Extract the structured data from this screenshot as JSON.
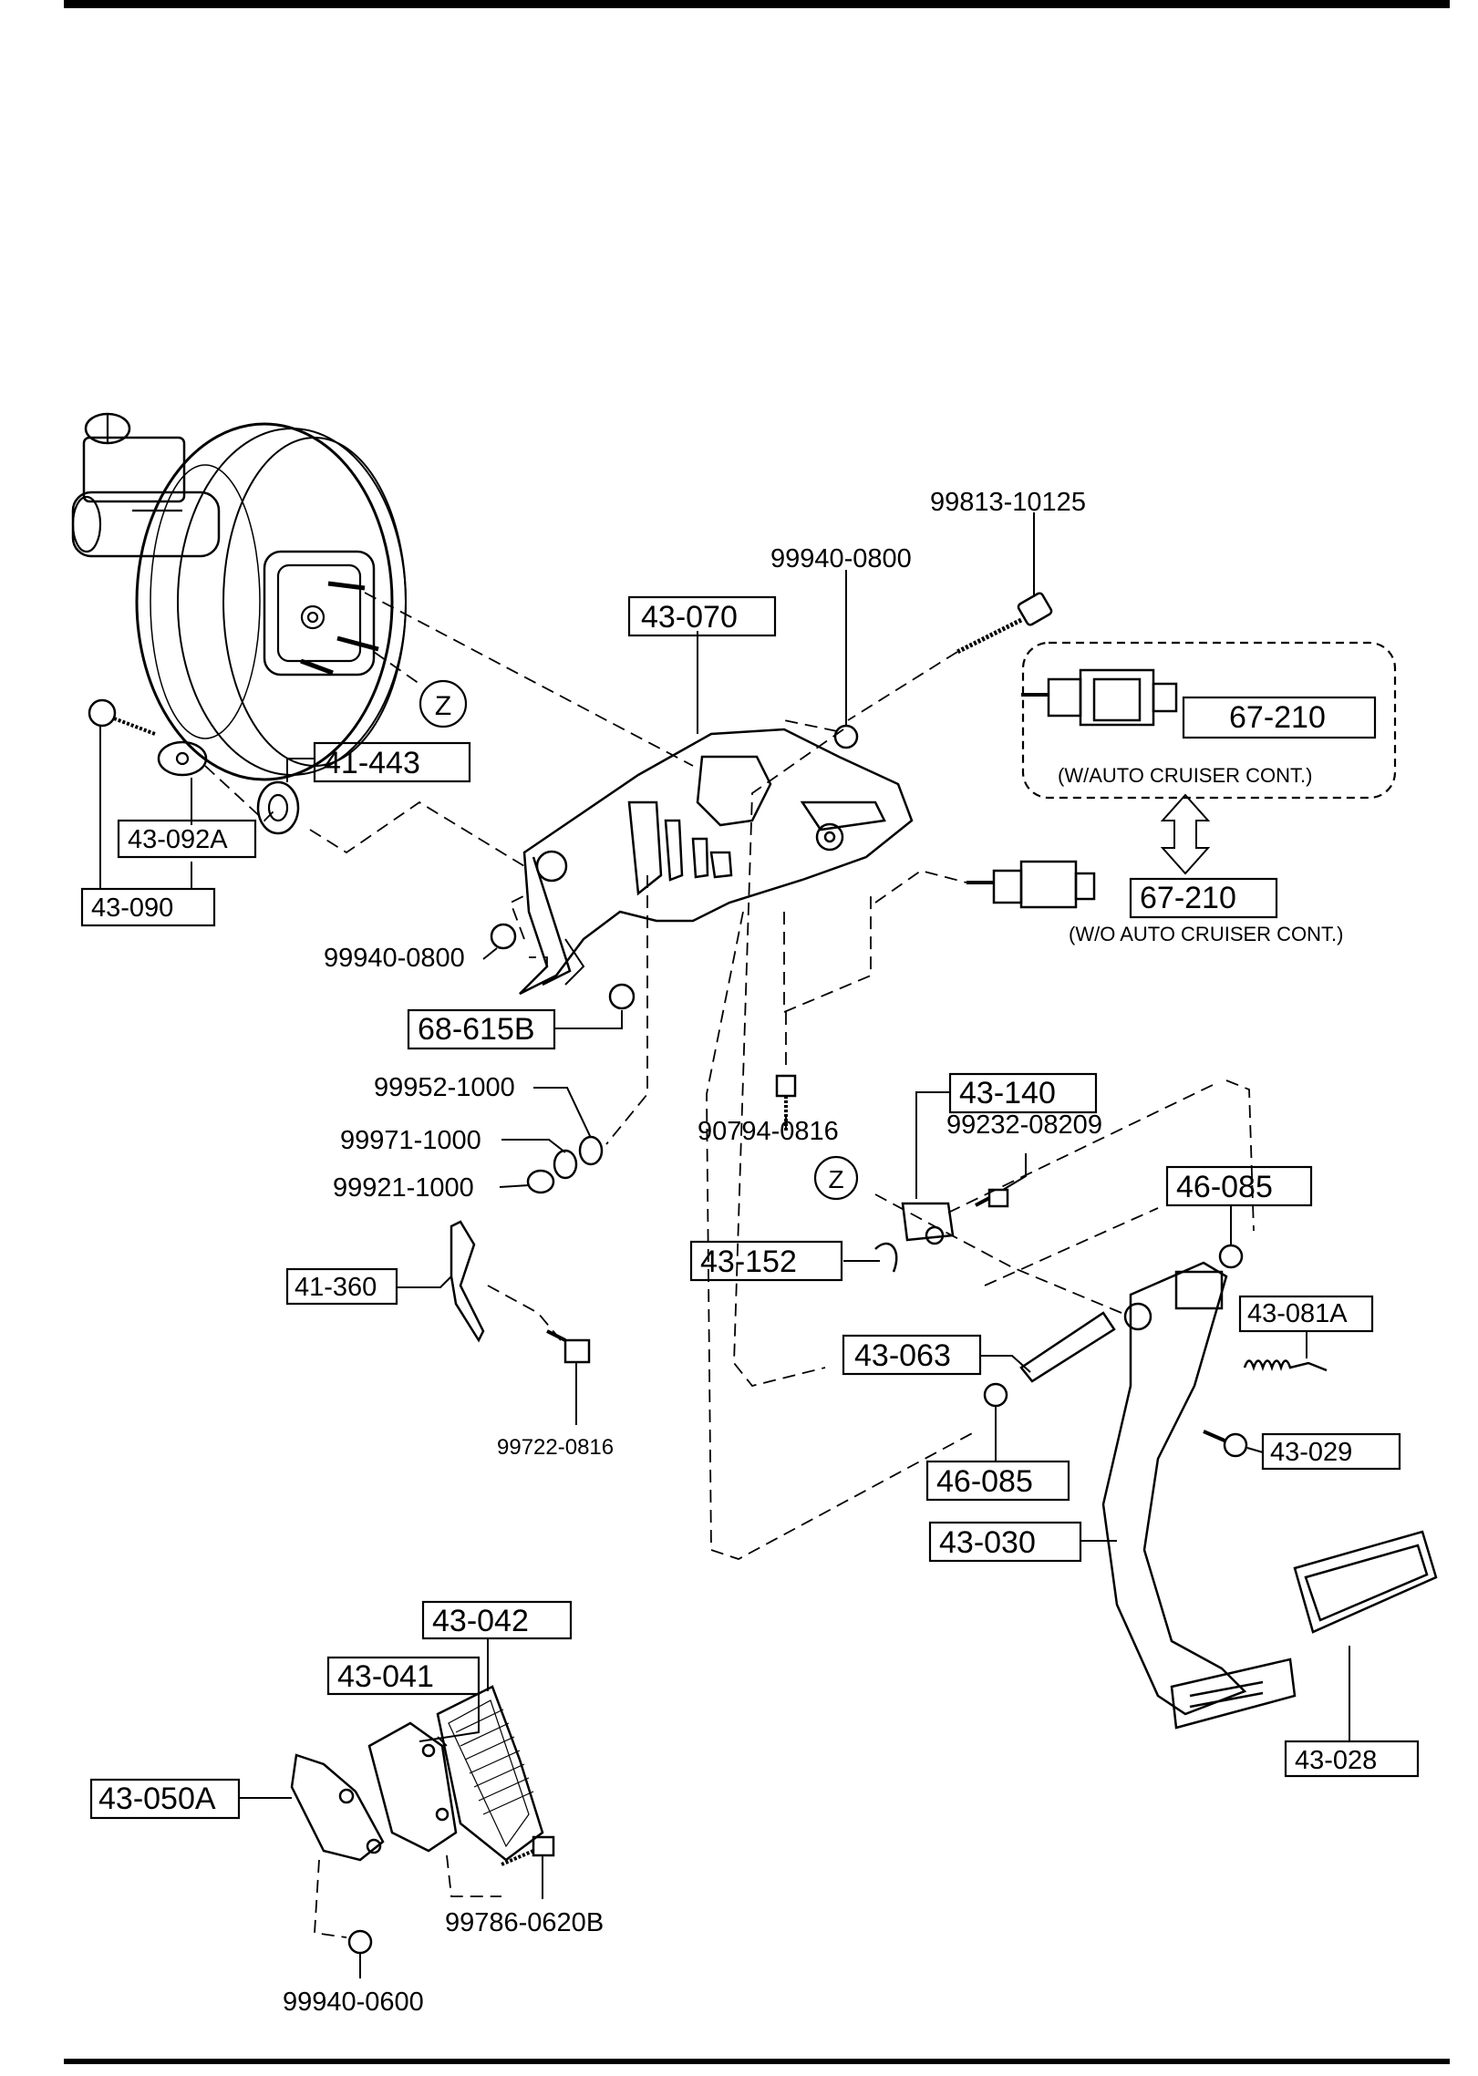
{
  "labels": {
    "p99813_10125": "99813-10125",
    "p99940_0800_top": "99940-0800",
    "p43_070": "43-070",
    "p41_443": "41-443",
    "p43_092A": "43-092A",
    "p43_090": "43-090",
    "p99940_0800_left": "99940-0800",
    "p68_615B": "68-615B",
    "p99952_1000": "99952-1000",
    "p99971_1000": "99971-1000",
    "p99921_1000": "99921-1000",
    "p67_210_a": "67-210",
    "auto_cruiser": "(W/AUTO CRUISER CONT.)",
    "p67_210_b": "67-210",
    "no_auto_cruiser": "(W/O AUTO CRUISER CONT.)",
    "p90794_0816": "90794-0816",
    "p43_140": "43-140",
    "p99232_08209": "99232-08209",
    "p46_085_a": "46-085",
    "p43_152": "43-152",
    "p43_081A": "43-081A",
    "p43_063": "43-063",
    "p43_029": "43-029",
    "p46_085_b": "46-085",
    "p43_030": "43-030",
    "p41_360": "41-360",
    "p99722_0816": "99722-0816",
    "p43_042": "43-042",
    "p43_041": "43-041",
    "p43_050A": "43-050A",
    "p99786_0620B": "99786-0620B",
    "p99940_0600": "99940-0600",
    "p43_028": "43-028",
    "z_mark": "Z"
  }
}
